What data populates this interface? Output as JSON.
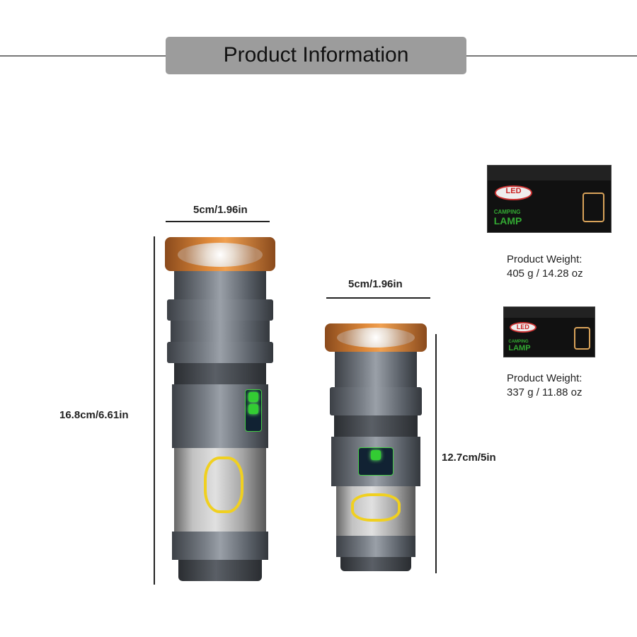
{
  "header": {
    "title": "Product Information"
  },
  "large": {
    "width": "5cm/1.96in",
    "height": "16.8cm/6.61in",
    "weight_label": "Product Weight:",
    "weight_value": "405 g / 14.28 oz"
  },
  "small": {
    "width": "5cm/1.96in",
    "height": "12.7cm/5in",
    "weight_label": "Product Weight:",
    "weight_value": "337 g / 11.88 oz"
  },
  "box": {
    "logo": "LED",
    "label1": "CAMPING",
    "label2": "LAMP"
  },
  "colors": {
    "title_bg": "#9c9c9c",
    "head_orange": "#e08a3a",
    "body_gray": "#7a8088",
    "button_green": "#33cc33",
    "wire_yellow": "#f0d020"
  }
}
